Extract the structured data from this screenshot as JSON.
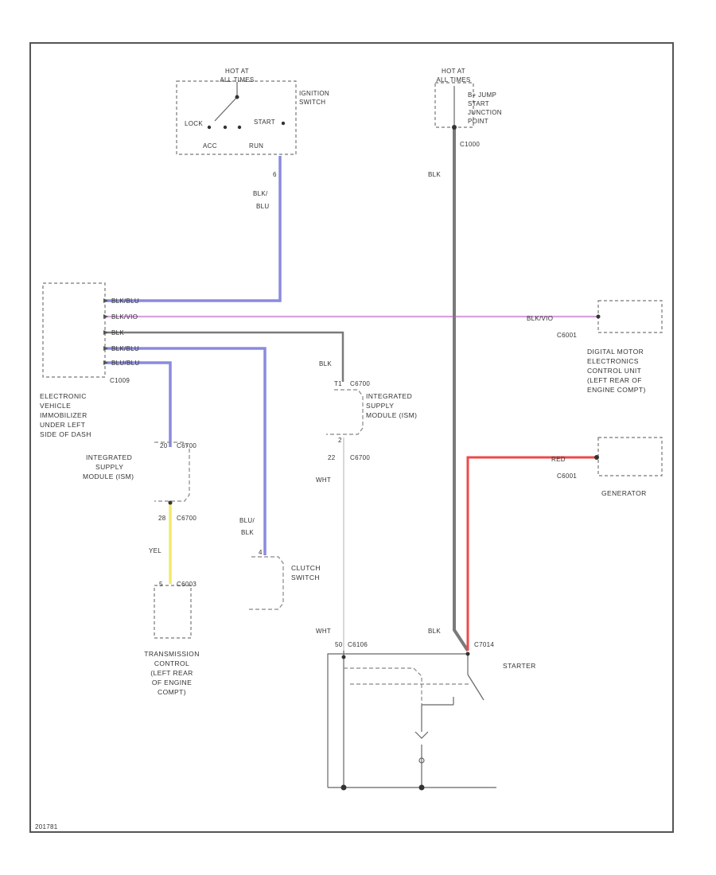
{
  "colors": {
    "blu": "#8a8ae0",
    "violet": "#d7a2de",
    "gray": "#7a7a7a",
    "red": "#ee4a4a",
    "yel": "#f3ea6a",
    "wht": "#d8d8d8",
    "border": "#555555"
  },
  "ignition_switch": {
    "hot_label_1": "HOT AT",
    "hot_label_2": "ALL TIMES",
    "name_1": "IGNITION",
    "name_2": "SWITCH",
    "lock": "LOCK",
    "start": "START",
    "acc": "ACC",
    "run": "RUN",
    "pin": "6"
  },
  "jump_start": {
    "hot_label_1": "HOT AT",
    "hot_label_2": "ALL TIMES",
    "name_1": "B+ JUMP",
    "name_2": "START",
    "name_3": "JUNCTION",
    "name_4": "POINT",
    "connector": "C1000"
  },
  "wire_labels": {
    "blk_blu_1": "BLK/",
    "blk_blu_2": "BLU",
    "blk_top": "BLK",
    "blk_bottom": "BLK",
    "immob_w1": "BLK/BLU",
    "immob_w2": "BLK/VIO",
    "immob_w3": "BLK",
    "immob_w4": "BLK/BLU",
    "immob_w5": "BLU/BLU",
    "blk_isu": "BLK",
    "wht_1": "WHT",
    "wht_2": "WHT",
    "yel": "YEL",
    "blu_blk_1": "BLU/",
    "blu_blk_2": "BLK",
    "red": "RED",
    "dme_wire": "BLK/VIO"
  },
  "immobilizer": {
    "connector": "C1009",
    "name_1": "ELECTRONIC",
    "name_2": "VEHICLE",
    "name_3": "IMMOBILIZER",
    "name_4": "UNDER LEFT",
    "name_5": "SIDE OF DASH"
  },
  "dme": {
    "connector": "C6001",
    "name_1": "DIGITAL MOTOR",
    "name_2": "ELECTRONICS",
    "name_3": "CONTROL UNIT",
    "name_4": "(LEFT REAR OF",
    "name_5": "ENGINE COMPT)"
  },
  "isu_right": {
    "pin": "T1",
    "connector": "C6700",
    "name_1": "INTEGRATED",
    "name_2": "SUPPLY",
    "name_3": "MODULE (ISM)",
    "pin2": "2",
    "pin3": "22",
    "connector2": "C6700"
  },
  "isu_left": {
    "pin": "20",
    "connector": "C6700",
    "name_1": "INTEGRATED",
    "name_2": "SUPPLY",
    "name_3": "MODULE (ISM)",
    "pin2": "28",
    "connector2": "C6700"
  },
  "generator": {
    "connector": "C6001",
    "name": "GENERATOR"
  },
  "clutch": {
    "pin": "4",
    "name_1": "CLUTCH",
    "name_2": "SWITCH"
  },
  "tcm": {
    "pin": "5",
    "connector": "C6003",
    "name_1": "TRANSMISSION",
    "name_2": "CONTROL",
    "name_3": "(LEFT REAR",
    "name_4": "OF ENGINE",
    "name_5": "COMPT)"
  },
  "starter": {
    "connector_left": "C6106",
    "connector_right": "C7014",
    "pin_left": "50",
    "name": "STARTER"
  },
  "footer_code": "201781"
}
